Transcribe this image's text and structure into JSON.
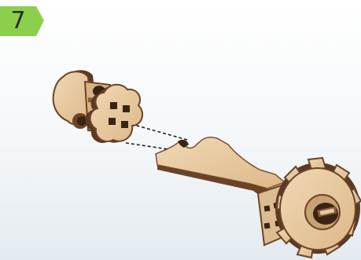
{
  "step": {
    "number": "7",
    "badge_color": "#8ccf4d"
  },
  "illustration": {
    "parts": [
      "hub-block",
      "shaft-arm",
      "gear-wheel"
    ],
    "guide_lines": "dashed",
    "colors": {
      "wood_face": "#e6c9a0",
      "wood_edge": "#7a5030",
      "wood_dark": "#5c3a22",
      "hole": "#3a2414"
    }
  }
}
